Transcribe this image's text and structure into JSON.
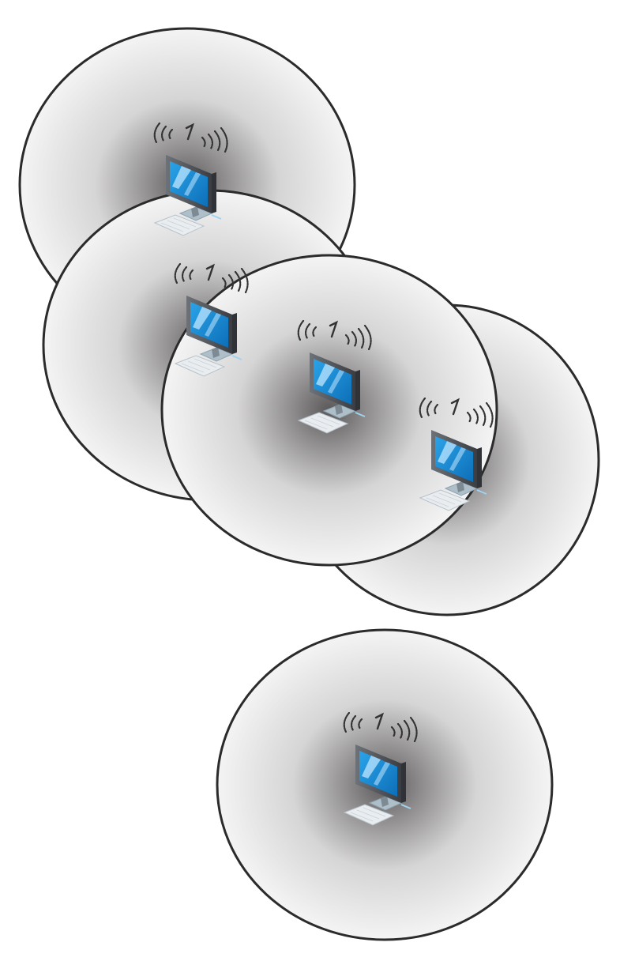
{
  "diagram": {
    "type": "wireless-coverage-cells",
    "nodes": [
      {
        "id": "node-1",
        "icon": "wireless-computer-icon"
      },
      {
        "id": "node-2",
        "icon": "wireless-computer-icon"
      },
      {
        "id": "node-3",
        "icon": "wireless-computer-icon"
      },
      {
        "id": "node-4",
        "icon": "wireless-computer-icon"
      },
      {
        "id": "node-5",
        "icon": "wireless-computer-icon"
      }
    ],
    "colors": {
      "cell_outline": "#2b2b2b",
      "cell_edge_fill": "#f4f4f4",
      "cell_center_fill": "#5a5858",
      "screen": "#1f8fd6",
      "screen_highlight": "#bfe6ff",
      "monitor_frame": "#4a4e54"
    }
  }
}
